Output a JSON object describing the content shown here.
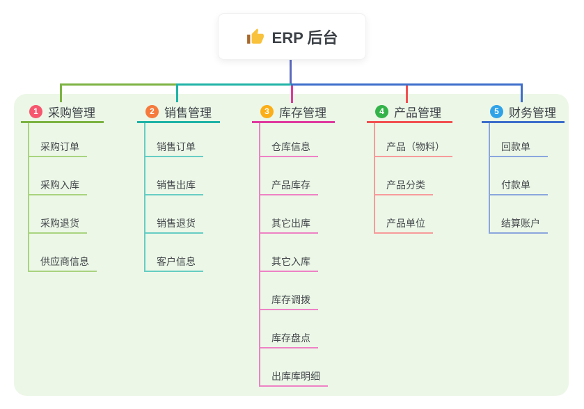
{
  "root": {
    "label": "ERP 后台",
    "icon": "thumbs-up-icon"
  },
  "branches": [
    {
      "index": "1",
      "label": "采购管理",
      "badge_color": "#f7566e",
      "line_color": "#7cb342",
      "child_line_color": "#a9d47f",
      "children": [
        "采购订单",
        "采购入库",
        "采购退货",
        "供应商信息"
      ]
    },
    {
      "index": "2",
      "label": "销售管理",
      "badge_color": "#f57a3c",
      "line_color": "#1fb3a7",
      "child_line_color": "#67cdc3",
      "children": [
        "销售订单",
        "销售出库",
        "销售退货",
        "客户信息"
      ]
    },
    {
      "index": "3",
      "label": "库存管理",
      "badge_color": "#fbae16",
      "line_color": "#df3a9e",
      "child_line_color": "#ee82c5",
      "children": [
        "仓库信息",
        "产品库存",
        "其它出库",
        "其它入库",
        "库存调拨",
        "库存盘点",
        "出库库明细"
      ]
    },
    {
      "index": "4",
      "label": "产品管理",
      "badge_color": "#33b349",
      "line_color": "#f25152",
      "child_line_color": "#f79b9b",
      "children": [
        "产品（物料）",
        "产品分类",
        "产品单位"
      ]
    },
    {
      "index": "5",
      "label": "财务管理",
      "badge_color": "#30a3e8",
      "line_color": "#3e6ecb",
      "child_line_color": "#8ba6dd",
      "children": [
        "回款单",
        "付款单",
        "结算账户"
      ]
    }
  ],
  "colors": {
    "panel_bg": "#ecf7e7",
    "root_connector": "#5b69bf",
    "title_text": "#3c4147",
    "child_text": "#44484c",
    "thumb_yellow": "#f9c23c",
    "thumb_cuff": "#a9692c"
  }
}
